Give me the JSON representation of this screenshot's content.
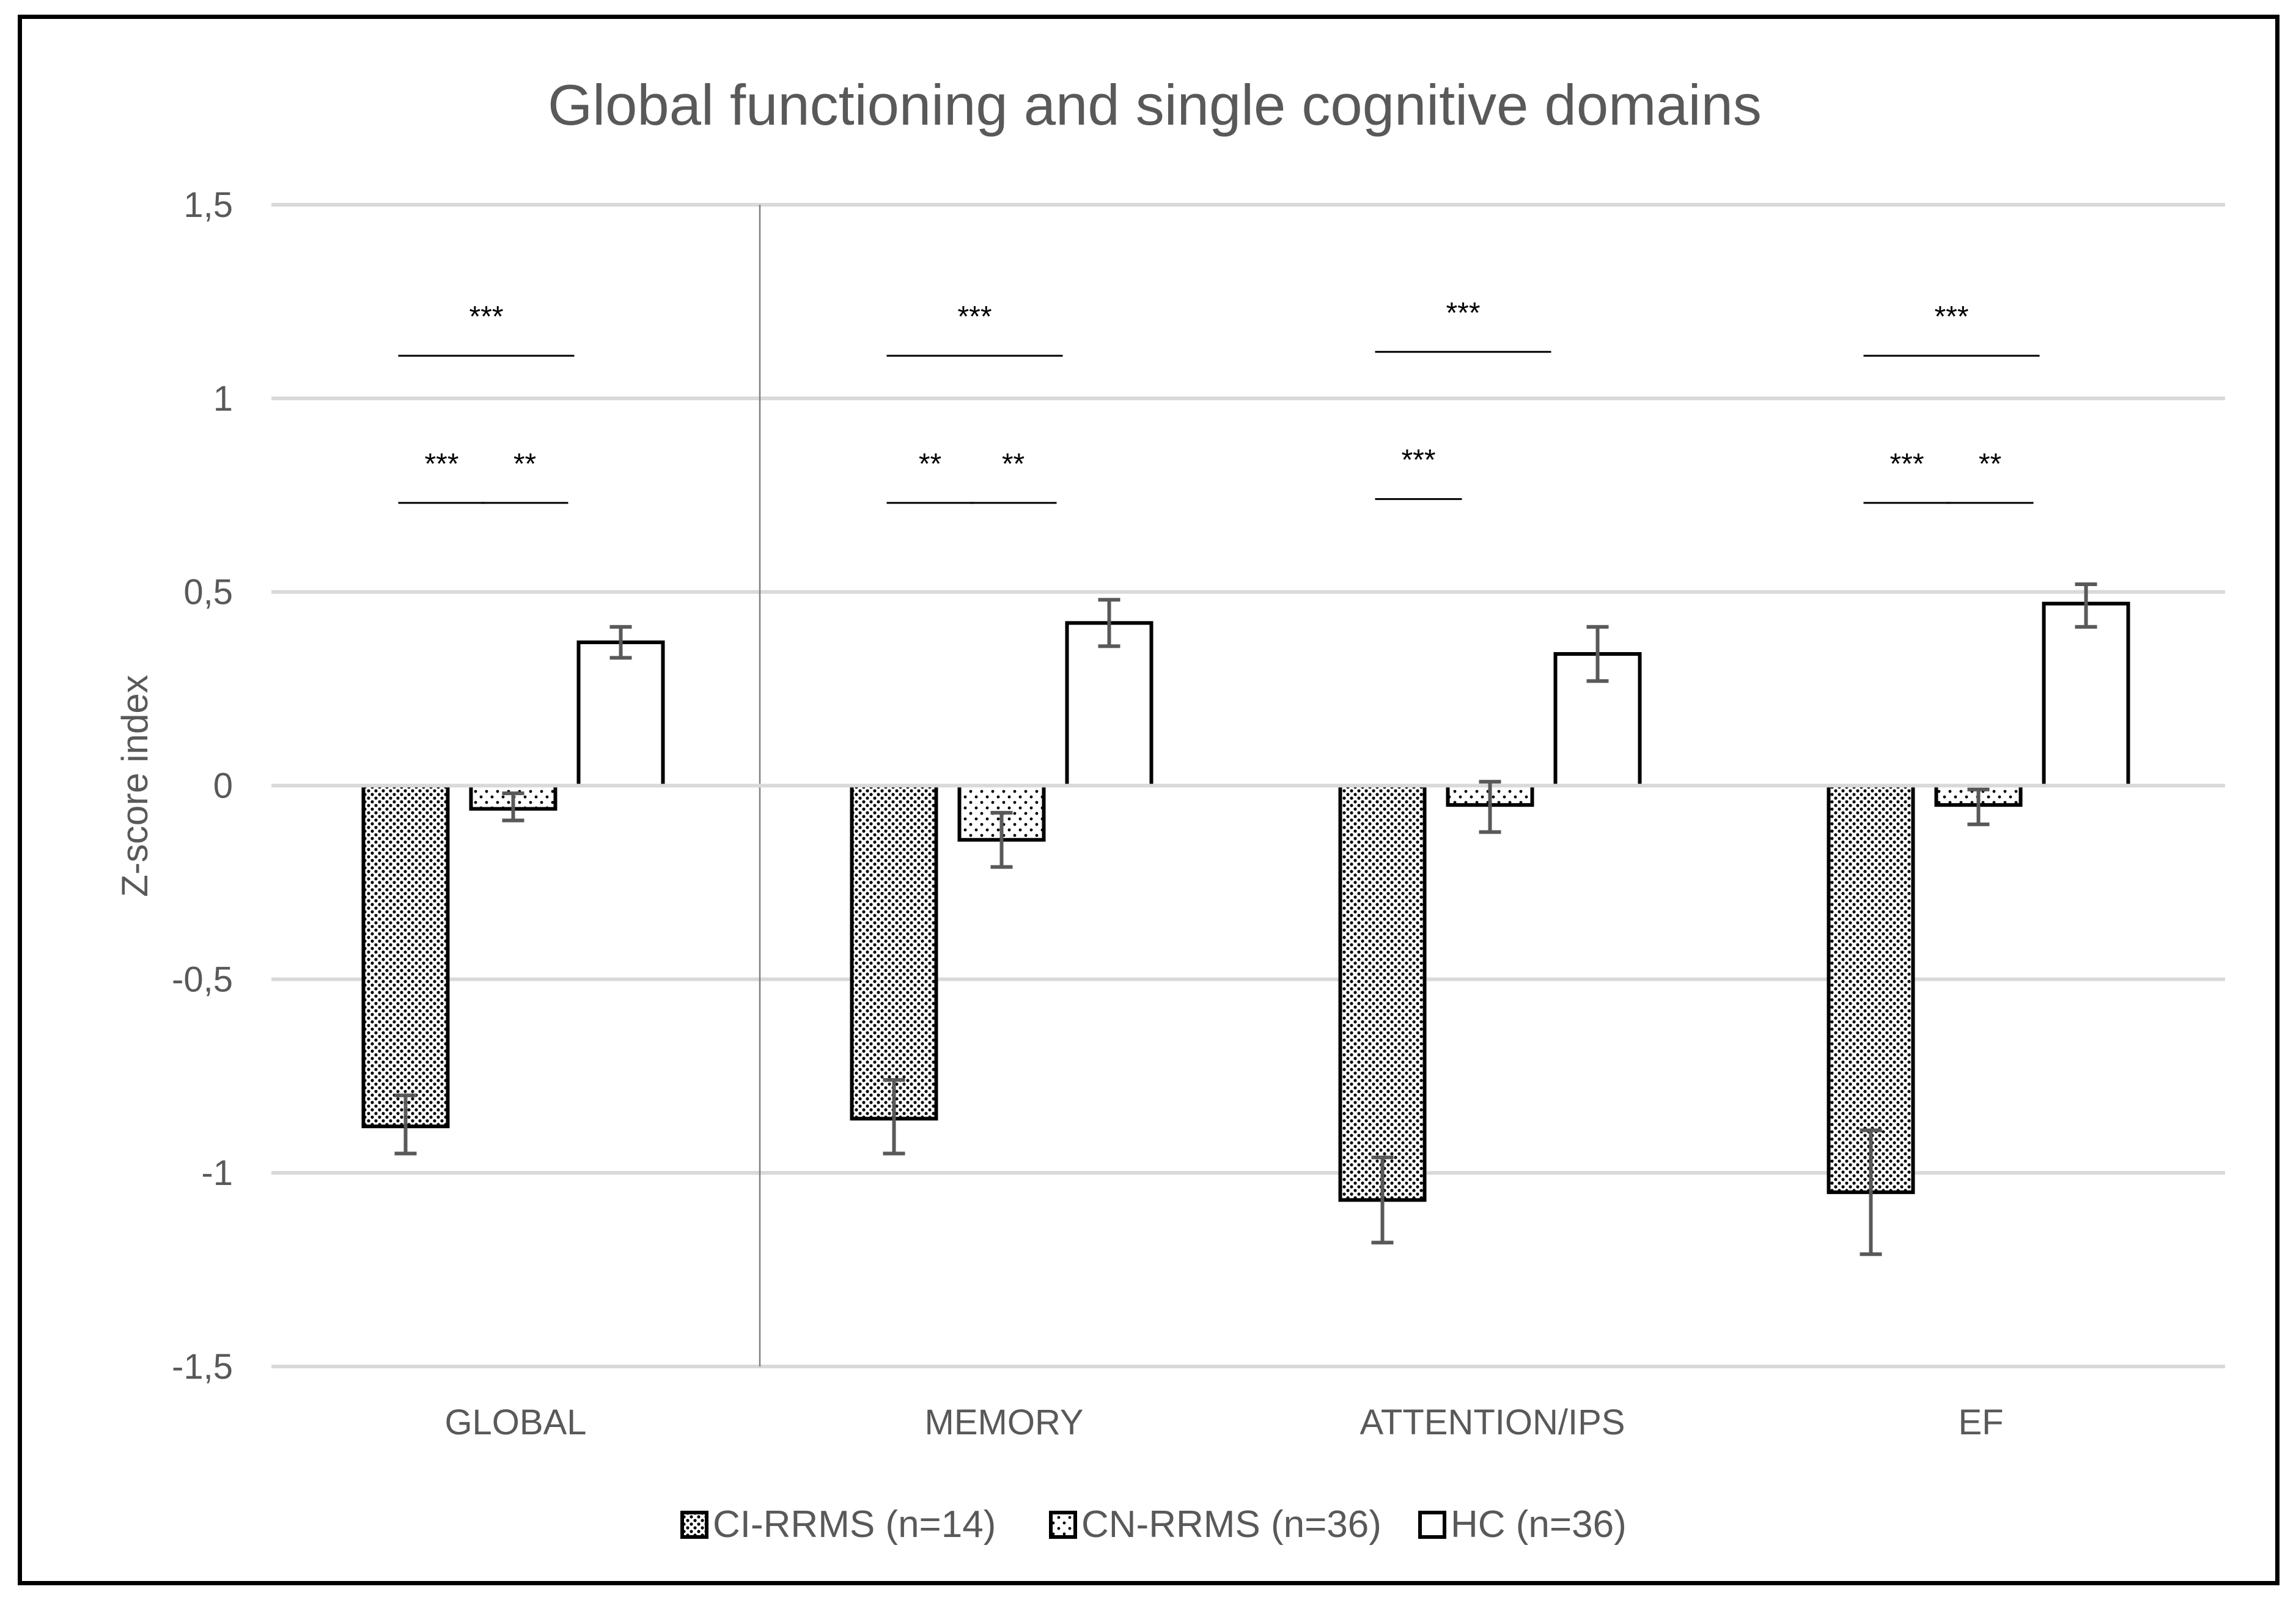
{
  "chart_data": {
    "type": "bar",
    "title": "Global functioning and single cognitive domains",
    "xlabel": "",
    "ylabel": "Z-score index",
    "ylim": [
      -1.5,
      1.5
    ],
    "yticks": [
      1.5,
      1,
      0.5,
      0,
      -0.5,
      -1,
      -1.5
    ],
    "ytick_labels": [
      "1,5",
      "1",
      "0,5",
      "0",
      "-0,5",
      "-1",
      "-1,5"
    ],
    "grid": true,
    "legend_position": "bottom",
    "categories": [
      "GLOBAL",
      "MEMORY",
      "ATTENTION/IPS",
      "EF"
    ],
    "series": [
      {
        "name": "CI-RRMS (n=14)",
        "pattern": "dense-dots",
        "values": [
          -0.88,
          -0.86,
          -1.07,
          -1.05
        ],
        "error_low": [
          -0.95,
          -0.95,
          -1.18,
          -1.21
        ],
        "error_high": [
          -0.8,
          -0.76,
          -0.96,
          -0.89
        ]
      },
      {
        "name": "CN-RRMS (n=36)",
        "pattern": "sparse-dots",
        "values": [
          -0.06,
          -0.14,
          -0.05,
          -0.05
        ],
        "error_low": [
          -0.09,
          -0.21,
          -0.12,
          -0.1
        ],
        "error_high": [
          -0.02,
          -0.07,
          0.01,
          -0.01
        ]
      },
      {
        "name": "HC (n=36)",
        "pattern": "white",
        "values": [
          0.37,
          0.42,
          0.34,
          0.47
        ],
        "error_low": [
          0.33,
          0.36,
          0.27,
          0.41
        ],
        "error_high": [
          0.41,
          0.48,
          0.41,
          0.52
        ]
      }
    ],
    "significance": [
      {
        "category": 0,
        "from": 0,
        "to": 2,
        "label": "***",
        "y": 1.11
      },
      {
        "category": 0,
        "from": 0,
        "to": 1,
        "label": "***",
        "y": 0.73
      },
      {
        "category": 0,
        "from": 1,
        "to": 2,
        "label": "**",
        "y": 0.73
      },
      {
        "category": 1,
        "from": 0,
        "to": 2,
        "label": "***",
        "y": 1.11
      },
      {
        "category": 1,
        "from": 0,
        "to": 1,
        "label": "**",
        "y": 0.73
      },
      {
        "category": 1,
        "from": 1,
        "to": 2,
        "label": "**",
        "y": 0.73
      },
      {
        "category": 2,
        "from": 0,
        "to": 2,
        "label": "***",
        "y": 1.12
      },
      {
        "category": 2,
        "from": 0,
        "to": 1,
        "label": "***",
        "y": 0.74
      },
      {
        "category": 3,
        "from": 0,
        "to": 2,
        "label": "***",
        "y": 1.11
      },
      {
        "category": 3,
        "from": 0,
        "to": 1,
        "label": "***",
        "y": 0.73
      },
      {
        "category": 3,
        "from": 1,
        "to": 2,
        "label": "**",
        "y": 0.73
      }
    ],
    "separator_after_category": 0
  }
}
